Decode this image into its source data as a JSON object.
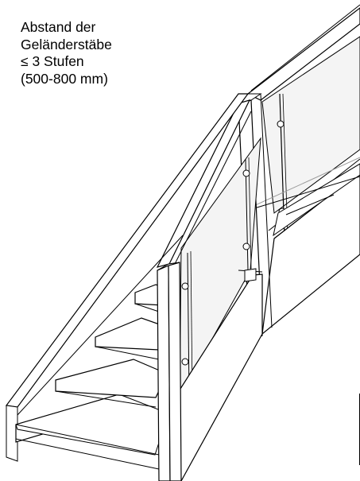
{
  "annotation": {
    "lines": [
      "Abstand der",
      "Geländerstäbe",
      "≤ 3 Stufen",
      "(500-800 mm)"
    ]
  },
  "colors": {
    "ink": "#000000",
    "glass": "#f4f4f4",
    "light_line": "#9a9a9a",
    "paper": "#ffffff"
  }
}
